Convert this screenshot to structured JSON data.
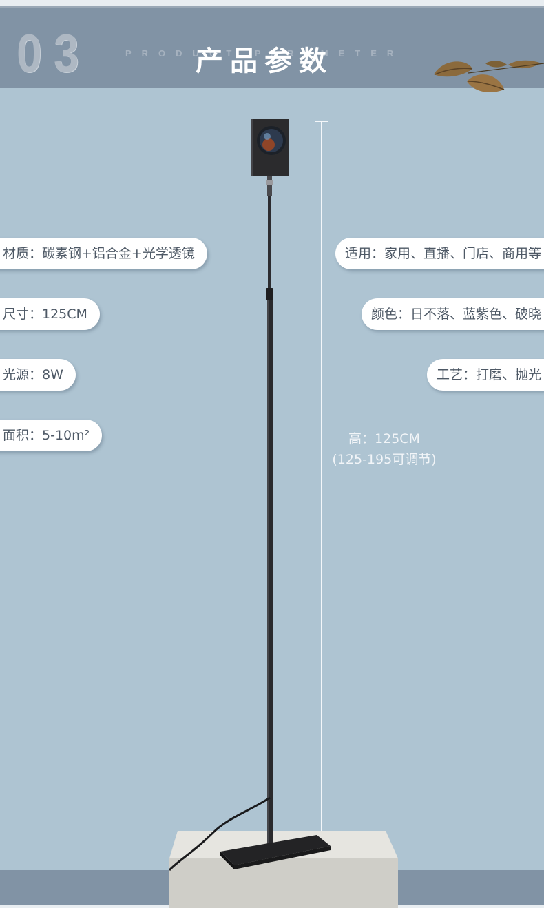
{
  "header": {
    "number": "03",
    "subtitle_en": "PRODUCT PARAMETER",
    "title": "产品参数"
  },
  "specs_left": [
    {
      "text": "材质：碳素钢+铝合金+光学透镜"
    },
    {
      "text": "尺寸：125CM"
    },
    {
      "text": "光源：8W"
    },
    {
      "text": "面积：5-10m²"
    }
  ],
  "specs_right": [
    {
      "text": "适用：家用、直播、门店、商用等"
    },
    {
      "text": "颜色：日不落、蓝紫色、破晓"
    },
    {
      "text": "工艺：打磨、抛光"
    }
  ],
  "height": {
    "line1": "高：125CM",
    "line2": "(125-195可调节)"
  },
  "colors": {
    "background": "#aec4d2",
    "header_band": "#8193a5",
    "pill": "#ffffff",
    "pill_text": "#4d5865"
  }
}
